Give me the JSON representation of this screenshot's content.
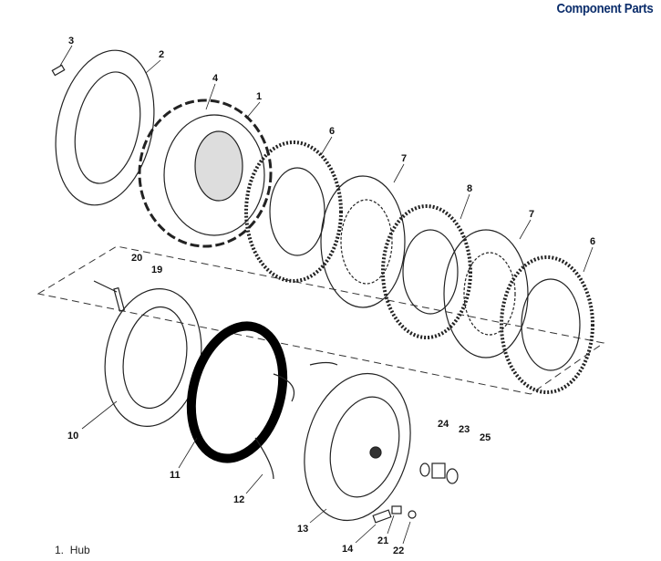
{
  "header": {
    "title": "Component Parts"
  },
  "callouts": [
    "3",
    "2",
    "4",
    "1",
    "6",
    "7",
    "8",
    "7",
    "6",
    "20",
    "19",
    "10",
    "11",
    "12",
    "13",
    "14",
    "21",
    "22",
    "24",
    "23",
    "25"
  ],
  "legend": [
    {
      "num": "1.",
      "name": "Hub"
    }
  ]
}
